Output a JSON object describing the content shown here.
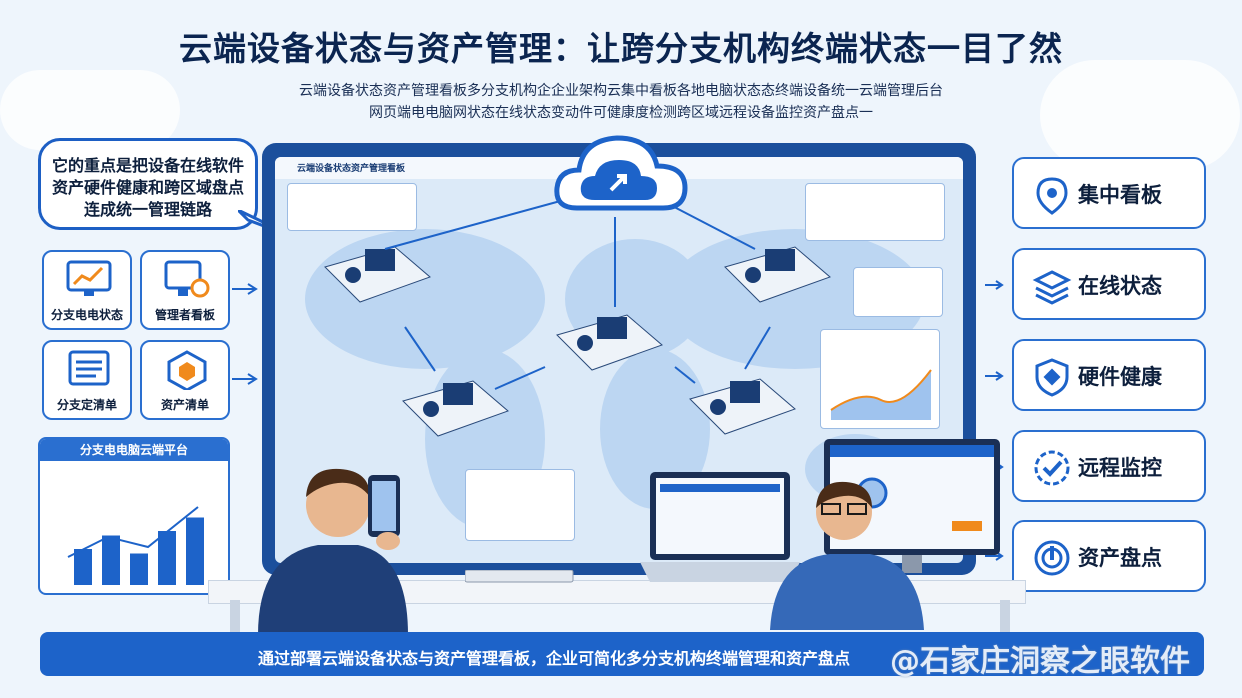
{
  "title": "云端设备状态与资产管理：让跨分支机构终端状态一目了然",
  "subtitle_line1": "云端设备状态资产管理看板多分支机构企企业架构云集中看板各地电脑状态态终端设备统一云端管理后台",
  "subtitle_line2": "网页端电电脑网状态在线状态变动件可健康度检测跨区域远程设备监控资产盘点一",
  "bubble_text": "它的重点是把设备在线软件资产硬件健康和跨区域盘点连成统一管理链路",
  "left_tiles": [
    {
      "label": "分支电电状态",
      "icon": "monitor-chart-icon"
    },
    {
      "label": "管理者看板",
      "icon": "monitor-gear-icon"
    },
    {
      "label": "分支定清单",
      "icon": "list-document-icon"
    },
    {
      "label": "资产清单",
      "icon": "hexagon-asset-icon"
    }
  ],
  "features": [
    {
      "label": "集中看板",
      "icon": "location-pin-icon"
    },
    {
      "label": "在线状态",
      "icon": "layers-icon"
    },
    {
      "label": "硬件健康",
      "icon": "shield-icon"
    },
    {
      "label": "远程监控",
      "icon": "check-badge-icon"
    },
    {
      "label": "资产盘点",
      "icon": "power-icon"
    }
  ],
  "screen_title": "云端设备状态资产管理看板",
  "platform_title": "分支电电脑云端平台",
  "bottom_text": "通过部署云端设备状态与资产管理看板，企业可简化多分支机构终端管理和资产盘点",
  "watermark": "@石家庄洞察之眼软件",
  "platform_chart": {
    "type": "bar",
    "values": [
      40,
      55,
      35,
      60,
      75
    ]
  },
  "colors": {
    "accent": "#1d63c9",
    "dark_blue": "#1b4f9c",
    "navy": "#0b2550",
    "bg": "#eef5fc"
  }
}
